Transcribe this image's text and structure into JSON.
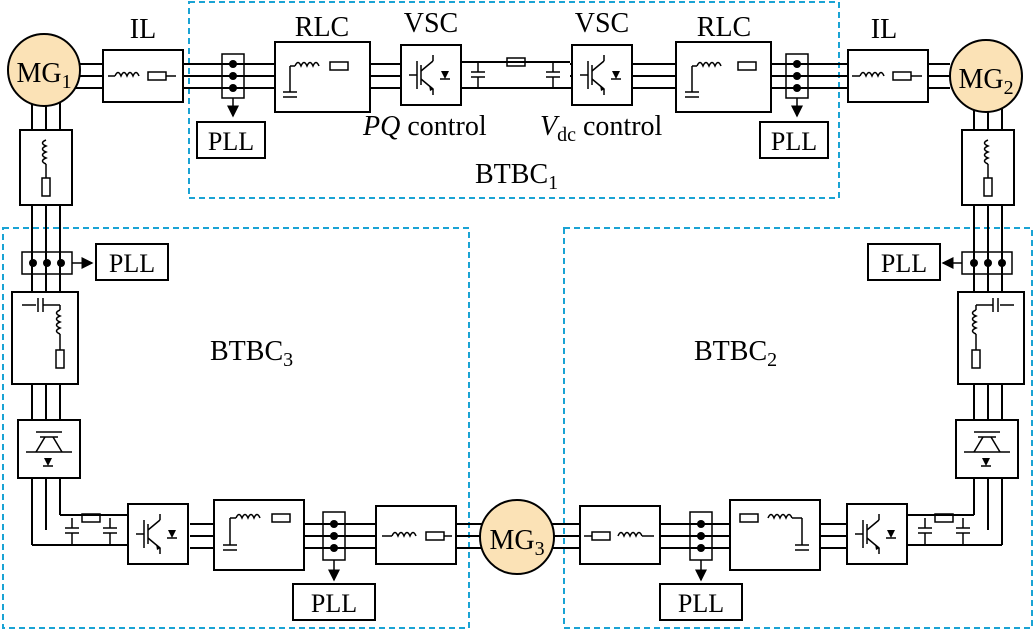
{
  "labels": {
    "il": "IL",
    "rlc": "RLC",
    "vsc": "VSC",
    "pll": "PLL",
    "pq_control_italic": "PQ",
    "pq_control_rest": " control",
    "vdc_control_v": "V",
    "vdc_control_sub": "dc",
    "vdc_control_rest": " control"
  },
  "microgrids": {
    "mg1": {
      "main": "MG",
      "sub": "1"
    },
    "mg2": {
      "main": "MG",
      "sub": "2"
    },
    "mg3": {
      "main": "MG",
      "sub": "3"
    }
  },
  "converters": {
    "btbc1": {
      "main": "BTBC",
      "sub": "1"
    },
    "btbc2": {
      "main": "BTBC",
      "sub": "2"
    },
    "btbc3": {
      "main": "BTBC",
      "sub": "3"
    }
  },
  "colors": {
    "mg_fill": "#fbe2b6",
    "boundary": "#1aa3d4",
    "line": "#000000"
  }
}
